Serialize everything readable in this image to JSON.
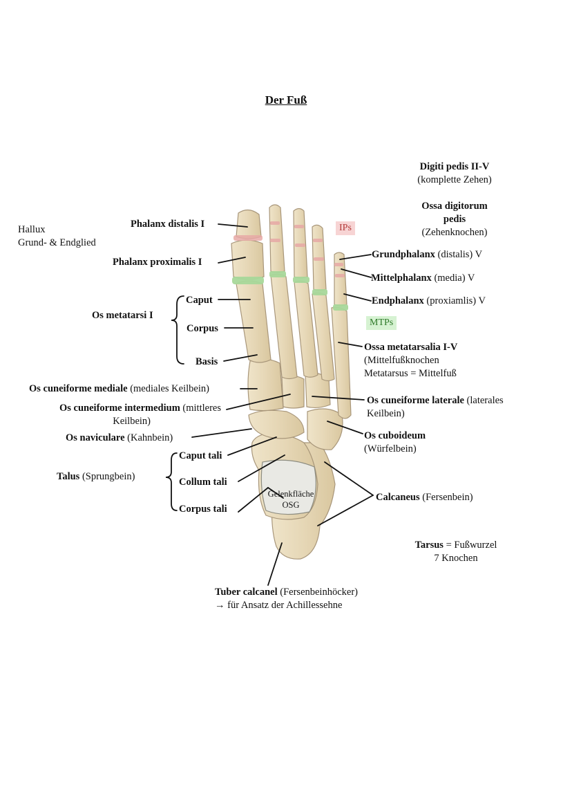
{
  "title": "Der Fuß",
  "colors": {
    "ip_highlight": "#f7d4d4",
    "mtp_highlight": "#d6f2d2",
    "bone": "#e8dcc0",
    "ip_joint": "#e7a9a6",
    "mtp_joint": "#a8d89a"
  },
  "labels": {
    "hallux": {
      "l1": "Hallux",
      "l2": "Grund- & Endglied"
    },
    "phalanx_distalis": "Phalanx distalis I",
    "phalanx_proximalis": "Phalanx proximalis I",
    "os_metatarsi": "Os metatarsi I",
    "caput": "Caput",
    "corpus": "Corpus",
    "basis": "Basis",
    "digiti": {
      "l1": "Digiti pedis II-V",
      "l2": "(komplette Zehen)"
    },
    "ossa_digitorum": {
      "l1": "Ossa digitorum",
      "l2": "pedis",
      "l3": "(Zehenknochen)"
    },
    "ips": "IPs",
    "mtps": "MTPs",
    "grundphalanx": {
      "bold": "Grundphalanx",
      "rest": " (distalis) V"
    },
    "mittelphalanx": {
      "bold": "Mittelphalanx",
      "rest": " (media) V"
    },
    "endphalanx": {
      "bold": "Endphalanx",
      "rest": " (proxiamlis) V"
    },
    "ossa_metatarsalia": {
      "l1": "Ossa metatarsalia I-V",
      "l2": "(Mittelfußknochen",
      "l3": "Metatarsus = Mittelfuß"
    },
    "cuneiforme_mediale": {
      "bold": "Os cuneiforme mediale",
      "rest": " (mediales Keilbein)"
    },
    "cuneiforme_intermedium": {
      "bold": "Os cuneiforme intermedium",
      "rest": " (mittleres",
      "l2": "Keilbein)"
    },
    "cuneiforme_laterale": {
      "bold": "Os cuneiforme laterale",
      "rest": " (laterales",
      "l2": "Keilbein)"
    },
    "naviculare": {
      "bold": "Os naviculare",
      "rest": " (Kahnbein)"
    },
    "cuboideum": {
      "bold": "Os cuboideum",
      "l2": "(Würfelbein)"
    },
    "talus": {
      "bold": "Talus",
      "rest": " (Sprungbein)"
    },
    "caput_tali": "Caput tali",
    "collum_tali": "Collum tali",
    "corpus_tali": "Corpus tali",
    "gelenkflaeche": {
      "l1": "Gelenkfläche",
      "l2": "OSG"
    },
    "calcaneus": {
      "bold": "Calcaneus",
      "rest": " (Fersenbein)"
    },
    "tarsus": {
      "bold": "Tarsus",
      "rest": " = Fußwurzel",
      "l2": "7 Knochen"
    },
    "tuber": {
      "bold": "Tuber calcanel",
      "rest": " (Fersenbeinhöcker)",
      "l2": "→ für Ansatz der Achillessehne"
    }
  }
}
